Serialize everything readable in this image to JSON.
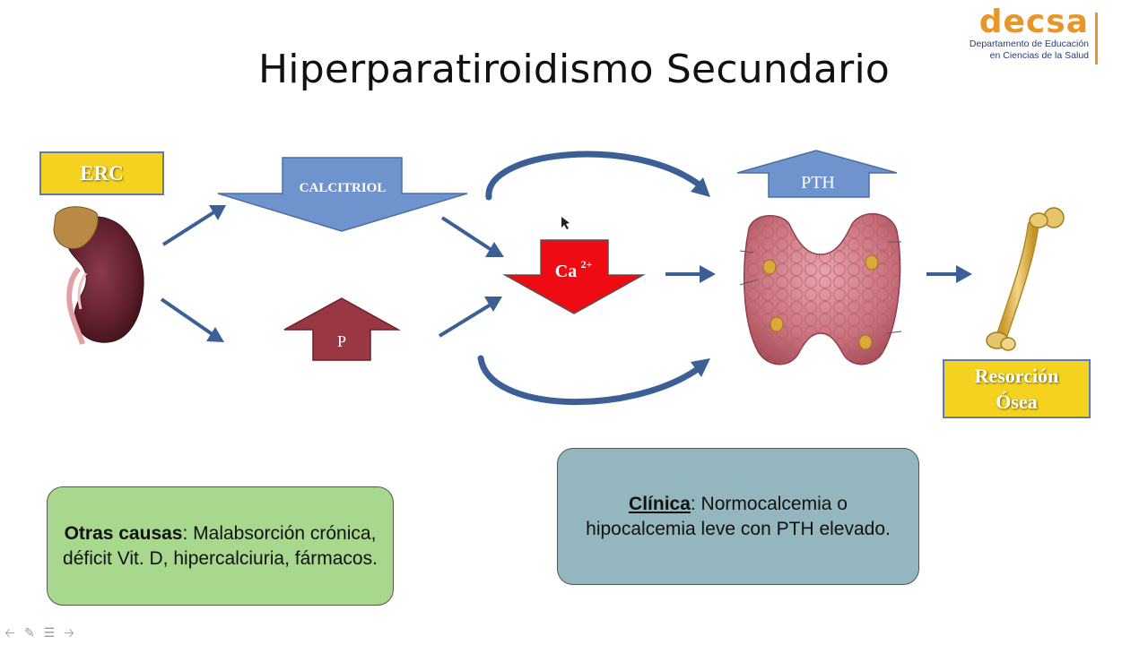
{
  "title": "Hiperparatiroidismo Secundario",
  "logo": {
    "word": "decsa",
    "line1": "Departamento de Educación",
    "line2": "en Ciencias de la Salud"
  },
  "labels": {
    "erc": "ERC",
    "calcitriol": "CALCITRIOL",
    "p": "P",
    "ca": "Ca",
    "ca_sup": "2+",
    "pth": "PTH",
    "resorcion_1": "Resorción",
    "resorcion_2": "Ósea"
  },
  "notes": {
    "otras_bold": "Otras causas",
    "otras_text": ": Malabsorción crónica, déficit Vit. D, hipercalciuria, fármacos.",
    "clinica_bold": "Clínica",
    "clinica_text": ": Normocalcemia o hipocalcemia leve con PTH elevado."
  },
  "colors": {
    "yellow": "#f5d21f",
    "arrow_blue": "#3c5f96",
    "calcitriol_fill": "#6f93cc",
    "p_fill": "#9a3744",
    "ca_fill": "#ee0b14",
    "green_note": "#a8d78e",
    "blue_note": "#93b6bf",
    "logo_orange": "#e8952a"
  },
  "icons": [
    "kidney-illustration",
    "parathyroid-illustration",
    "bone-illustration",
    "nav-back-icon",
    "pen-icon",
    "menu-icon",
    "nav-forward-icon"
  ]
}
